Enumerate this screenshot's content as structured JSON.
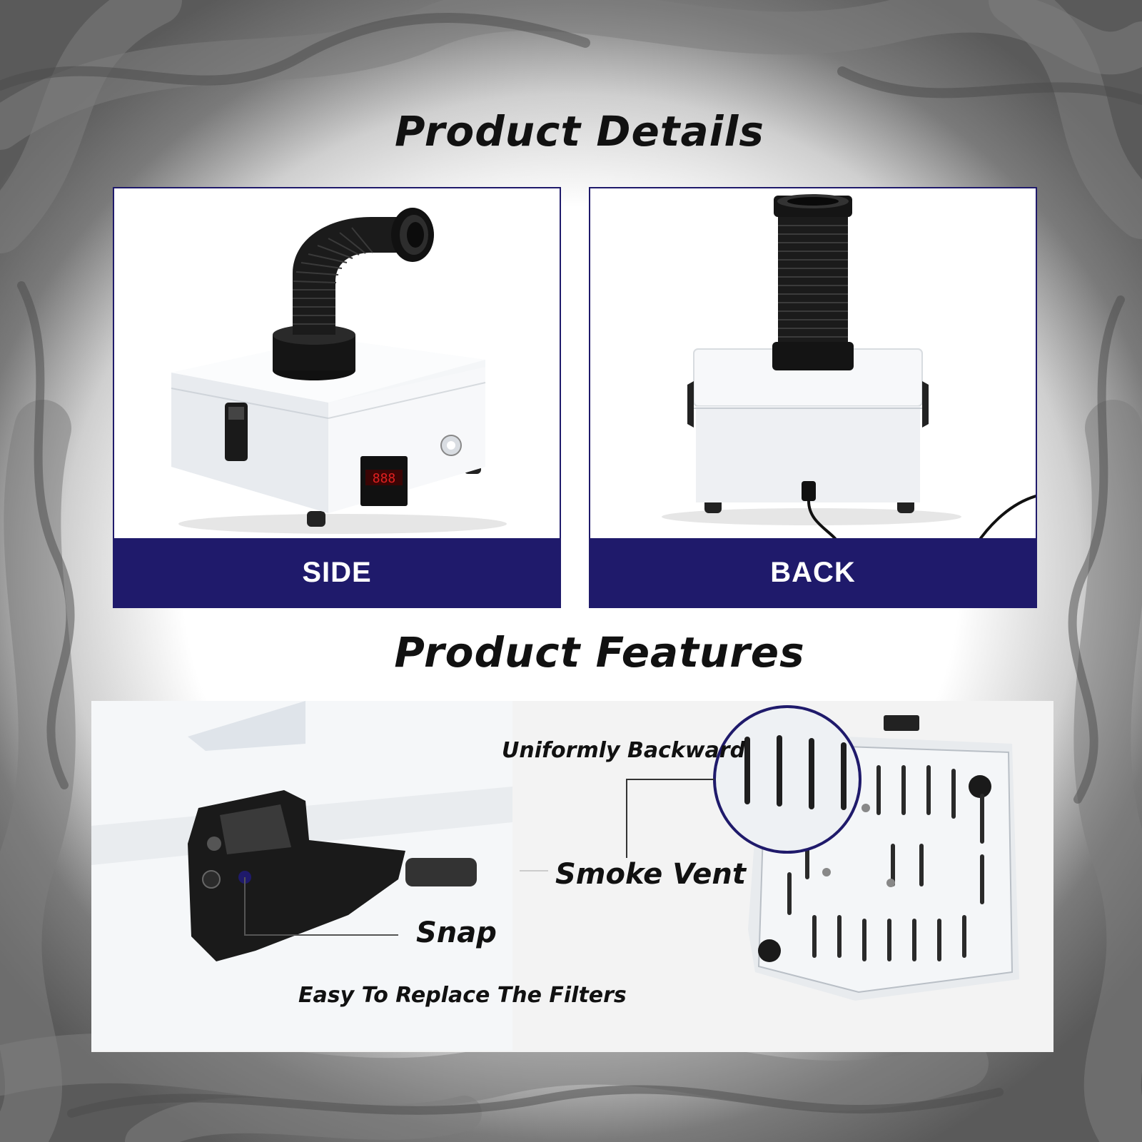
{
  "page": {
    "title": "Product Details",
    "features_title": "Product Features"
  },
  "views": [
    {
      "label": "SIDE",
      "icon": "fume-extractor-side-image"
    },
    {
      "label": "BACK",
      "icon": "fume-extractor-back-image"
    }
  ],
  "features": {
    "uniform_backward": "Uniformly Backward",
    "smoke_vent": "Smoke Vent",
    "snap": "Snap",
    "easy_replace": "Easy To Replace The Filters"
  },
  "colors": {
    "band": "#1f1a6b",
    "accent_dot": "#1f1a6b",
    "background_smoke": "#6a6a6a"
  }
}
